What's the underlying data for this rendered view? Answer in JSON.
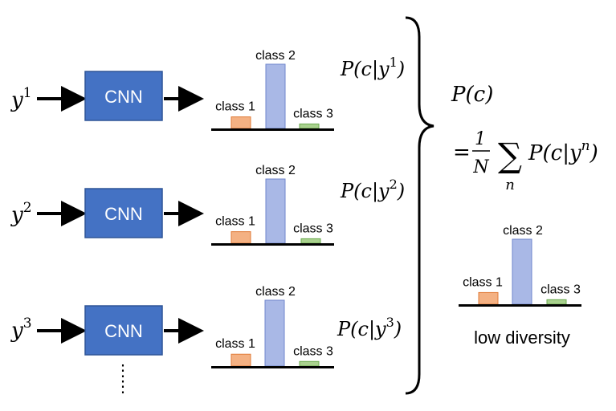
{
  "inputs": [
    {
      "var": "y",
      "sup": "1"
    },
    {
      "var": "y",
      "sup": "2"
    },
    {
      "var": "y",
      "sup": "3"
    }
  ],
  "model_label": "CNN",
  "ellipsis": "⋮",
  "row_posteriors": [
    {
      "prefix": "P(c|y",
      "sup": "1",
      "suffix": ")"
    },
    {
      "prefix": "P(c|y",
      "sup": "2",
      "suffix": ")"
    },
    {
      "prefix": "P(c|y",
      "sup": "3",
      "suffix": ")"
    }
  ],
  "marginal": {
    "lhs": "P(c)",
    "eq": "=",
    "frac_num": "1",
    "frac_den": "N",
    "sum_symbol": "∑",
    "sum_index": "n",
    "term_prefix": "P(c|y",
    "term_sup": "n",
    "term_suffix": ")"
  },
  "summary_label": "low diversity",
  "colors": {
    "cnn_fill": "#4472C4",
    "cnn_border": "#2F5597",
    "class1": "#F4B183",
    "class2": "#A9B8E6",
    "class3": "#A9D18E"
  },
  "chart_data": [
    {
      "type": "bar",
      "categories": [
        "class 1",
        "class 2",
        "class 3"
      ],
      "values": [
        0.18,
        1.0,
        0.07
      ]
    },
    {
      "type": "bar",
      "categories": [
        "class 1",
        "class 2",
        "class 3"
      ],
      "values": [
        0.18,
        1.0,
        0.07
      ]
    },
    {
      "type": "bar",
      "categories": [
        "class 1",
        "class 2",
        "class 3"
      ],
      "values": [
        0.18,
        1.0,
        0.07
      ]
    },
    {
      "type": "bar",
      "categories": [
        "class 1",
        "class 2",
        "class 3"
      ],
      "values": [
        0.18,
        1.0,
        0.07
      ]
    }
  ]
}
